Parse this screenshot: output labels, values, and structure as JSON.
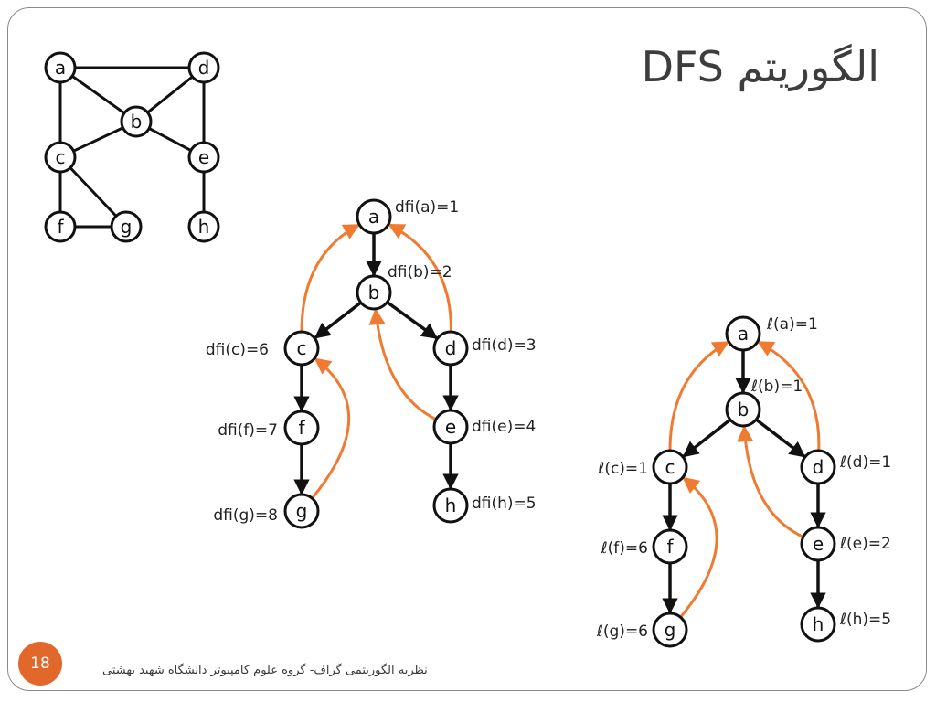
{
  "title": "الگوریتم DFS",
  "page_number": "18",
  "footer": "نظریه الگوریتمی گراف- گروه علوم کامپیوتر دانشگاه شهید بهشتی",
  "colors": {
    "accent": "#e2672a",
    "back_edge": "#ef7a30",
    "node_stroke": "#111111",
    "badge_text": "#ffffff"
  },
  "graphs": {
    "original": {
      "nodes": [
        "a",
        "b",
        "c",
        "d",
        "e",
        "f",
        "g",
        "h"
      ],
      "edges": [
        [
          "a",
          "d"
        ],
        [
          "a",
          "b"
        ],
        [
          "a",
          "c"
        ],
        [
          "d",
          "b"
        ],
        [
          "d",
          "e"
        ],
        [
          "b",
          "c"
        ],
        [
          "b",
          "e"
        ],
        [
          "c",
          "f"
        ],
        [
          "c",
          "g"
        ],
        [
          "f",
          "g"
        ],
        [
          "e",
          "h"
        ]
      ]
    },
    "dfi_tree": {
      "nodes": [
        {
          "id": "a",
          "label": "dfi(a)=1"
        },
        {
          "id": "b",
          "label": "dfi(b)=2"
        },
        {
          "id": "c",
          "label": "dfi(c)=6"
        },
        {
          "id": "d",
          "label": "dfi(d)=3"
        },
        {
          "id": "e",
          "label": "dfi(e)=4"
        },
        {
          "id": "f",
          "label": "dfi(f)=7"
        },
        {
          "id": "g",
          "label": "dfi(g)=8"
        },
        {
          "id": "h",
          "label": "dfi(h)=5"
        }
      ],
      "tree_edges": [
        [
          "a",
          "b"
        ],
        [
          "b",
          "c"
        ],
        [
          "b",
          "d"
        ],
        [
          "d",
          "e"
        ],
        [
          "e",
          "h"
        ],
        [
          "c",
          "f"
        ],
        [
          "f",
          "g"
        ]
      ],
      "back_edges": [
        [
          "c",
          "a"
        ],
        [
          "d",
          "a"
        ],
        [
          "e",
          "b"
        ],
        [
          "g",
          "c"
        ]
      ]
    },
    "low_tree": {
      "nodes": [
        {
          "id": "a",
          "label": "ℓ(a)=1"
        },
        {
          "id": "b",
          "label": "ℓ(b)=1"
        },
        {
          "id": "c",
          "label": "ℓ(c)=1"
        },
        {
          "id": "d",
          "label": "ℓ(d)=1"
        },
        {
          "id": "e",
          "label": "ℓ(e)=2"
        },
        {
          "id": "f",
          "label": "ℓ(f)=6"
        },
        {
          "id": "g",
          "label": "ℓ(g)=6"
        },
        {
          "id": "h",
          "label": "ℓ(h)=5"
        }
      ],
      "tree_edges": [
        [
          "a",
          "b"
        ],
        [
          "b",
          "c"
        ],
        [
          "b",
          "d"
        ],
        [
          "d",
          "e"
        ],
        [
          "e",
          "h"
        ],
        [
          "c",
          "f"
        ],
        [
          "f",
          "g"
        ]
      ],
      "back_edges": [
        [
          "c",
          "a"
        ],
        [
          "d",
          "a"
        ],
        [
          "e",
          "b"
        ],
        [
          "g",
          "c"
        ]
      ]
    }
  }
}
